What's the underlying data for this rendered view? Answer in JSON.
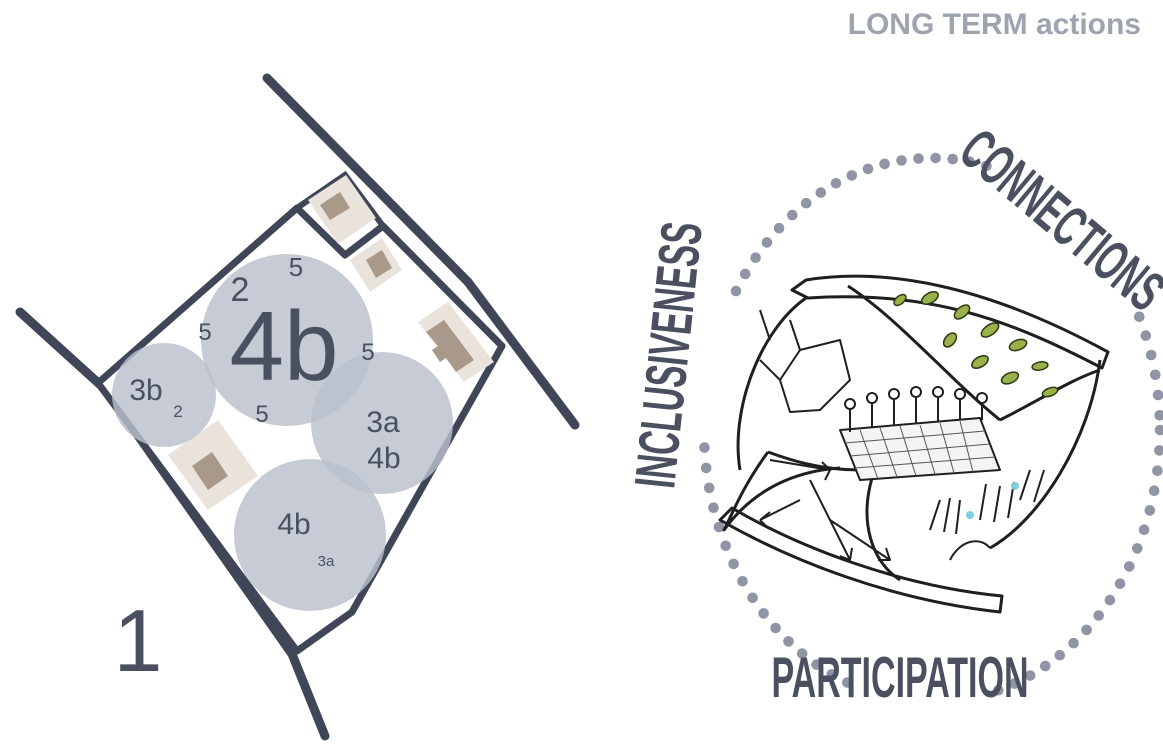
{
  "header": {
    "title": "LONG TERM actions"
  },
  "site_plan": {
    "number": "1",
    "circles": [
      {
        "id": "c-4b-main",
        "main": "4b",
        "sub": ""
      },
      {
        "id": "c-3b",
        "main": "3b",
        "sub": "2"
      },
      {
        "id": "c-3a4b",
        "main": "3a",
        "sub": "4b"
      },
      {
        "id": "c-4b-3a",
        "main": "4b",
        "sub": "3a"
      }
    ],
    "around_main": {
      "top": "5",
      "topleft": "2",
      "left": "5",
      "right": "5",
      "bottom": "5"
    }
  },
  "ring": {
    "words": {
      "top_right": "CONNECTIONS",
      "left": "INCLUSIVENESS",
      "bottom": "PARTICIPATION"
    }
  },
  "colors": {
    "line": "#3f4658",
    "circle_fill": "#b9bfcc",
    "dot": "#8f95a4",
    "building": "#a8998a",
    "building_plot": "#e9e3dc",
    "title": "#9ea3b0"
  }
}
